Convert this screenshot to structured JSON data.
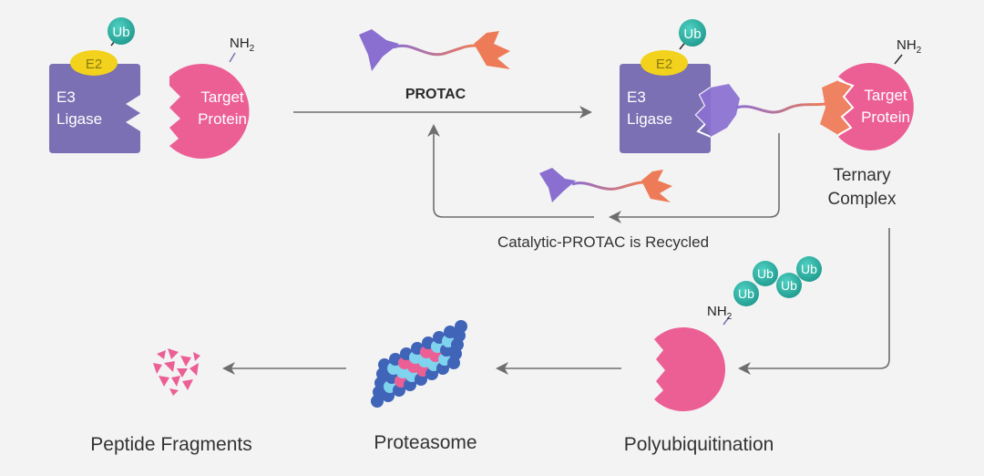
{
  "labels": {
    "ub": "Ub",
    "e2": "E2",
    "e3_line1": "E3",
    "e3_line2": "Ligase",
    "target_line1": "Target",
    "target_line2": "Protein",
    "nh2_main": "NH",
    "nh2_sub": "2",
    "protac": "PROTAC",
    "ternary_line1": "Ternary",
    "ternary_line2": "Complex",
    "recycled": "Catalytic-PROTAC is Recycled",
    "polyubiquitination": "Polyubiquitination",
    "proteasome": "Proteasome",
    "peptide_fragments": "Peptide Fragments"
  },
  "colors": {
    "background": "#f3f3f4",
    "e3_ligase": "#7a70b3",
    "e2": "#f2d21c",
    "ub": "#2bb3a6",
    "target_protein": "#ec5f95",
    "protac_left": "#8a6fd0",
    "protac_right": "#ee7b58",
    "arrow": "#6e6e6e",
    "proteasome_blue": "#3f64b8",
    "proteasome_cyan": "#7fd3ee",
    "text": "#333333"
  }
}
